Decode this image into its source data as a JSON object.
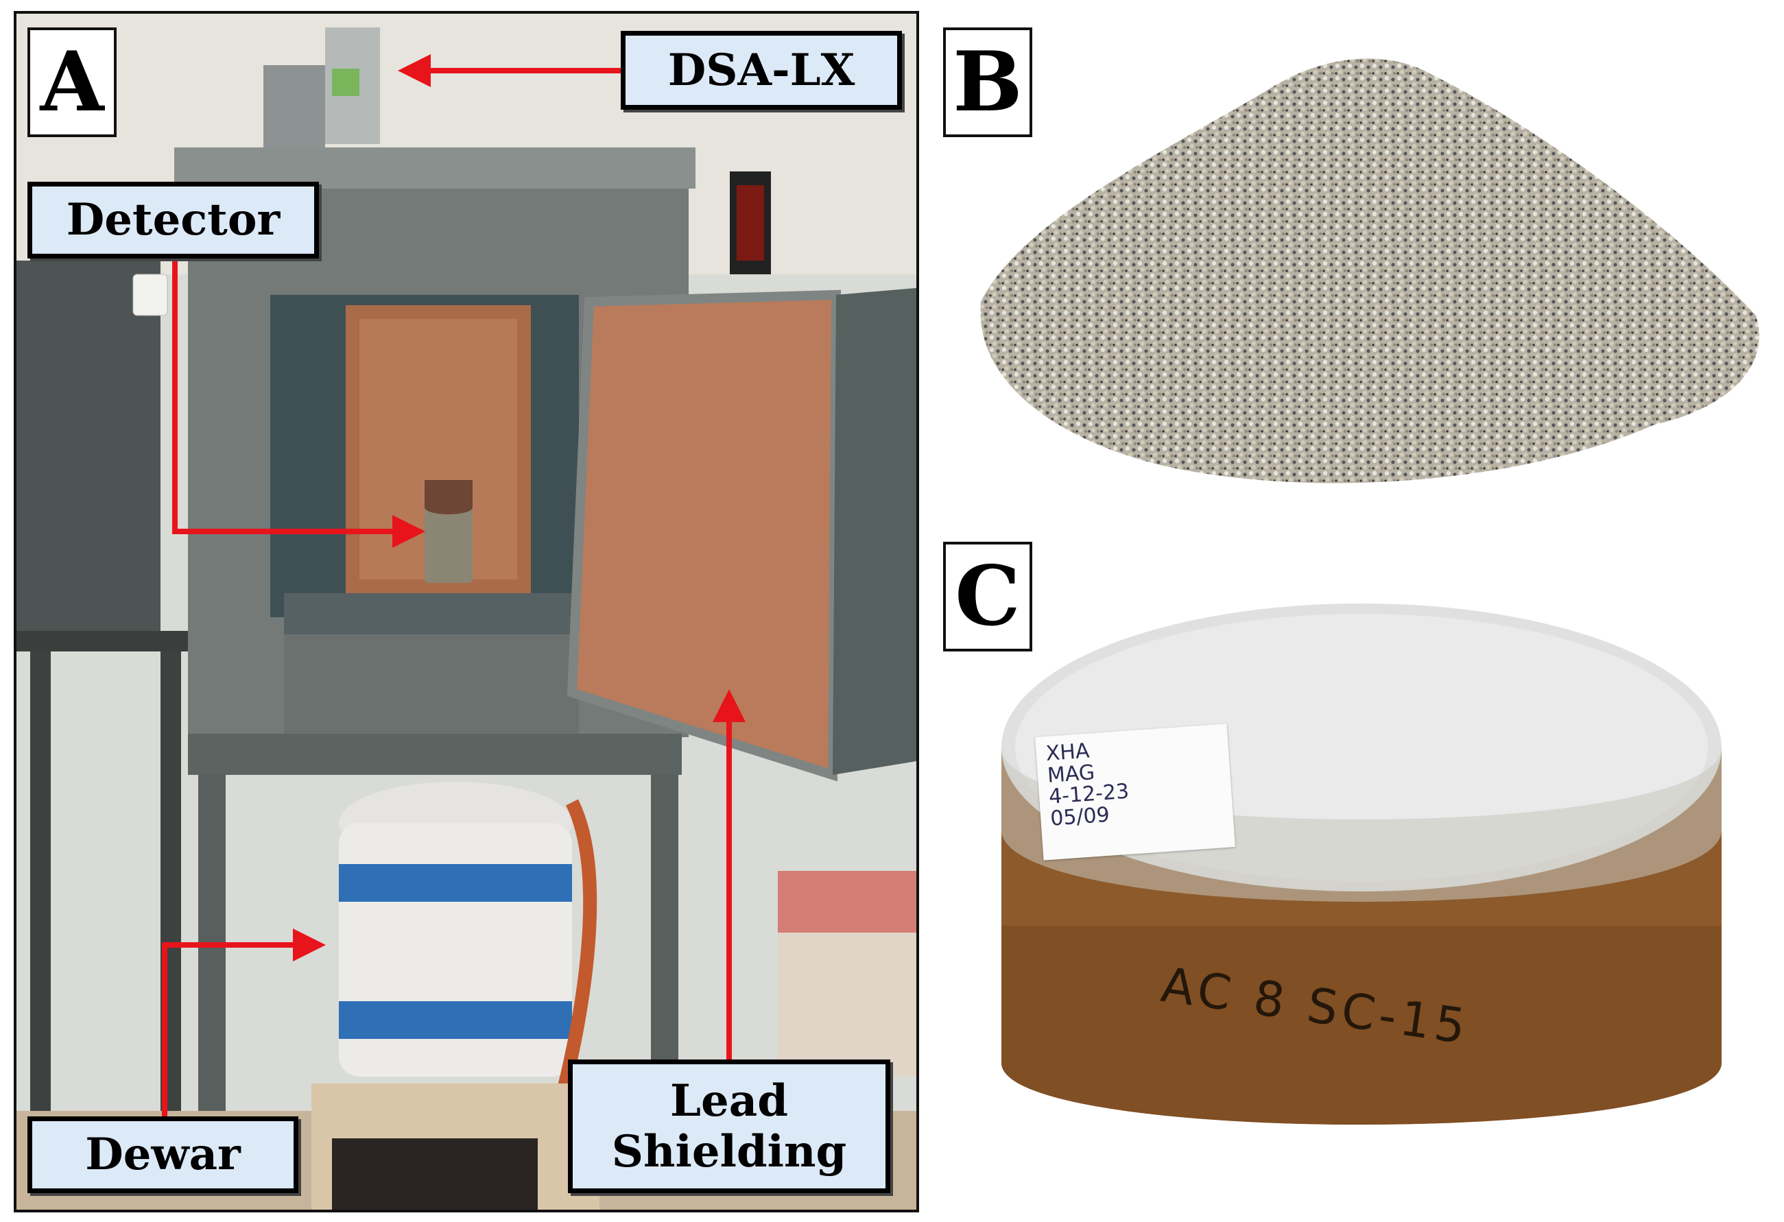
{
  "panels": {
    "a": {
      "letter": "A"
    },
    "b": {
      "letter": "B"
    },
    "c": {
      "letter": "C"
    }
  },
  "callouts": {
    "dsa_lx": "DSA-LX",
    "detector": "Detector",
    "dewar": "Dewar",
    "lead_shielding": "Lead Shielding"
  },
  "sample_label": {
    "line1": "XHA",
    "line2": "MAG",
    "line3": "4-12-23",
    "line4": "05/09"
  },
  "container_marking": "AC 8 SC-15",
  "colors": {
    "arrow": "#e8141b",
    "callout_fill": "#dce9f6",
    "copper": "#b87a55",
    "steel": "#6e7673",
    "dewar_blue": "#2f6fb6"
  }
}
